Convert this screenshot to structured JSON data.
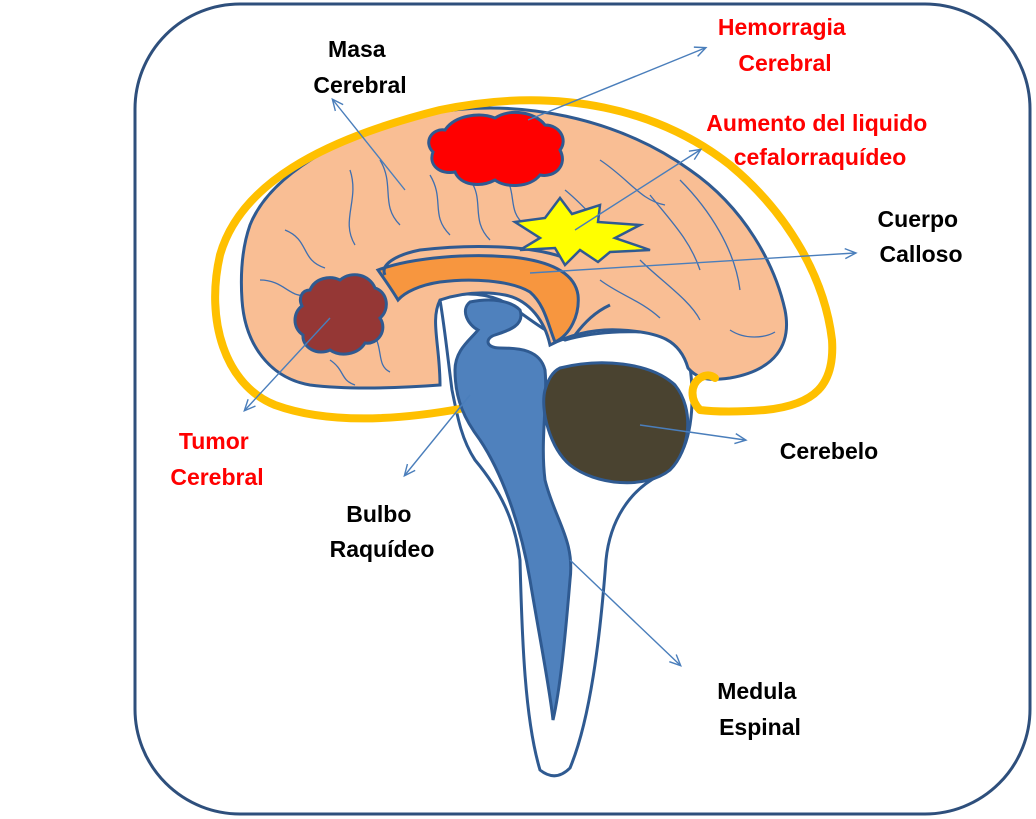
{
  "colors": {
    "frame_stroke": "#2e4f7c",
    "brain_fill": "#f9be94",
    "outline": "#2f5a91",
    "meninges": "#ffc000",
    "spine_fill": "#4f81bd",
    "corpus_callosum_fill": "#f7963f",
    "hemorrhage_fill": "#ff0000",
    "tumor_fill": "#953735",
    "cerebellum_fill": "#4a4330",
    "csf_burst_fill": "#ffff00",
    "arrow": "#4a7ebb",
    "label_black": "#000000",
    "label_red": "#ff0000"
  },
  "labels": {
    "masa": [
      "Masa",
      "Cerebral"
    ],
    "hemorragia": [
      "Hemorragia",
      "Cerebral"
    ],
    "aumento": [
      "Aumento del liquido",
      "cefalorraquídeo"
    ],
    "cuerpo": [
      "Cuerpo",
      "Calloso"
    ],
    "tumor": [
      "Tumor",
      "Cerebral"
    ],
    "cerebelo": [
      "Cerebelo"
    ],
    "bulbo": [
      "Bulbo",
      "Raquídeo"
    ],
    "medula": [
      "Medula",
      "Espinal"
    ]
  }
}
